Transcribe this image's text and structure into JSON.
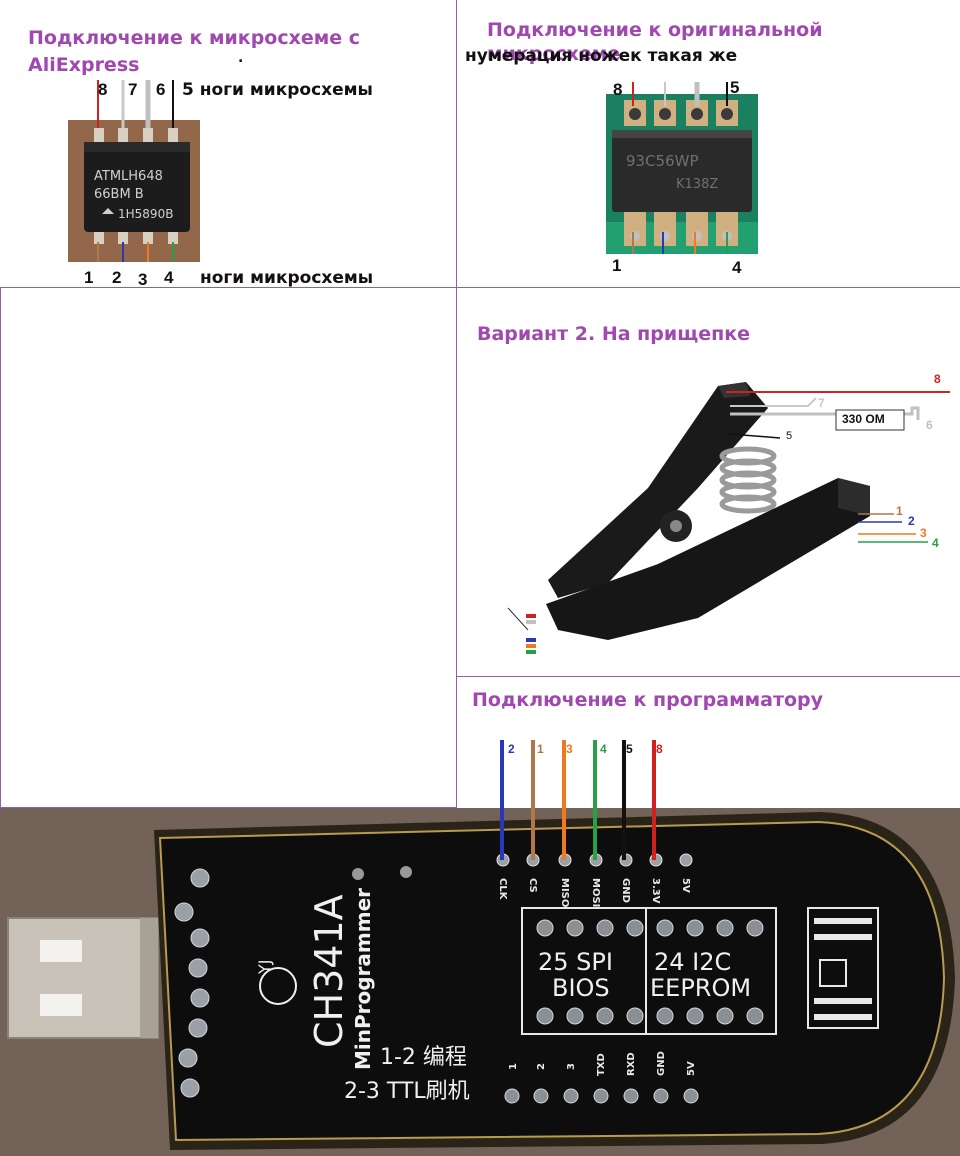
{
  "sections": {
    "aliexpress": {
      "title_line1": "Подключение к микросхеме с",
      "title_line2": "AliExpress",
      "dot": ".",
      "top_pins": [
        "8",
        "7",
        "6"
      ],
      "top_label": "5 ноги микросхемы",
      "bottom_pins": [
        "1",
        "2",
        "3",
        "4"
      ],
      "bottom_label": "ноги микросхемы",
      "chip_text": [
        "ATMLH648",
        "66BM    B",
        "1H5890B"
      ]
    },
    "original": {
      "title": "Подключение к оригинальной микросхеме",
      "subtitle": "нумерация ножек такая же",
      "top_pins": [
        "8",
        "5"
      ],
      "bottom_pins": [
        "1",
        "4"
      ],
      "chip_text": [
        "93C56WP",
        "K138Z"
      ]
    },
    "clip": {
      "title": "Вариант 2. На прищепке",
      "resistor": "330 ОМ",
      "labels": {
        "p1": "1",
        "p2": "2",
        "p3": "3",
        "p4": "4",
        "p5": "5",
        "p6": "6",
        "p7": "7",
        "p8": "8"
      }
    },
    "programmer": {
      "title": "Подключение к программатору",
      "wire_labels": [
        "2",
        "1",
        "3",
        "4",
        "5",
        "8"
      ],
      "pin_labels": [
        "CLK",
        "CS",
        "MISO",
        "MOSI",
        "GND",
        "3.3V",
        "5V"
      ],
      "board_text": {
        "logo": "YJ",
        "model": "CH341A",
        "sub": "MinProgrammer",
        "spi_line1": "25 SPI",
        "spi_line2": "BIOS",
        "i2c_line1": "24 I2C",
        "i2c_line2": "EEPROM",
        "mode1": "1-2 编程",
        "mode2": "2-3 TTL刷机",
        "header_labels": [
          "1",
          "2",
          "3",
          "TXD",
          "RXD",
          "GND",
          "5V"
        ]
      }
    }
  },
  "colors": {
    "title": "#a048b0",
    "pin1": "#b07848",
    "pin2": "#2838b8",
    "pin3": "#f07820",
    "pin4": "#28a048",
    "pin5": "#111111",
    "pin6": "#c0c0c0",
    "pin7": "#c8c8c8",
    "pin8": "#d02020"
  }
}
